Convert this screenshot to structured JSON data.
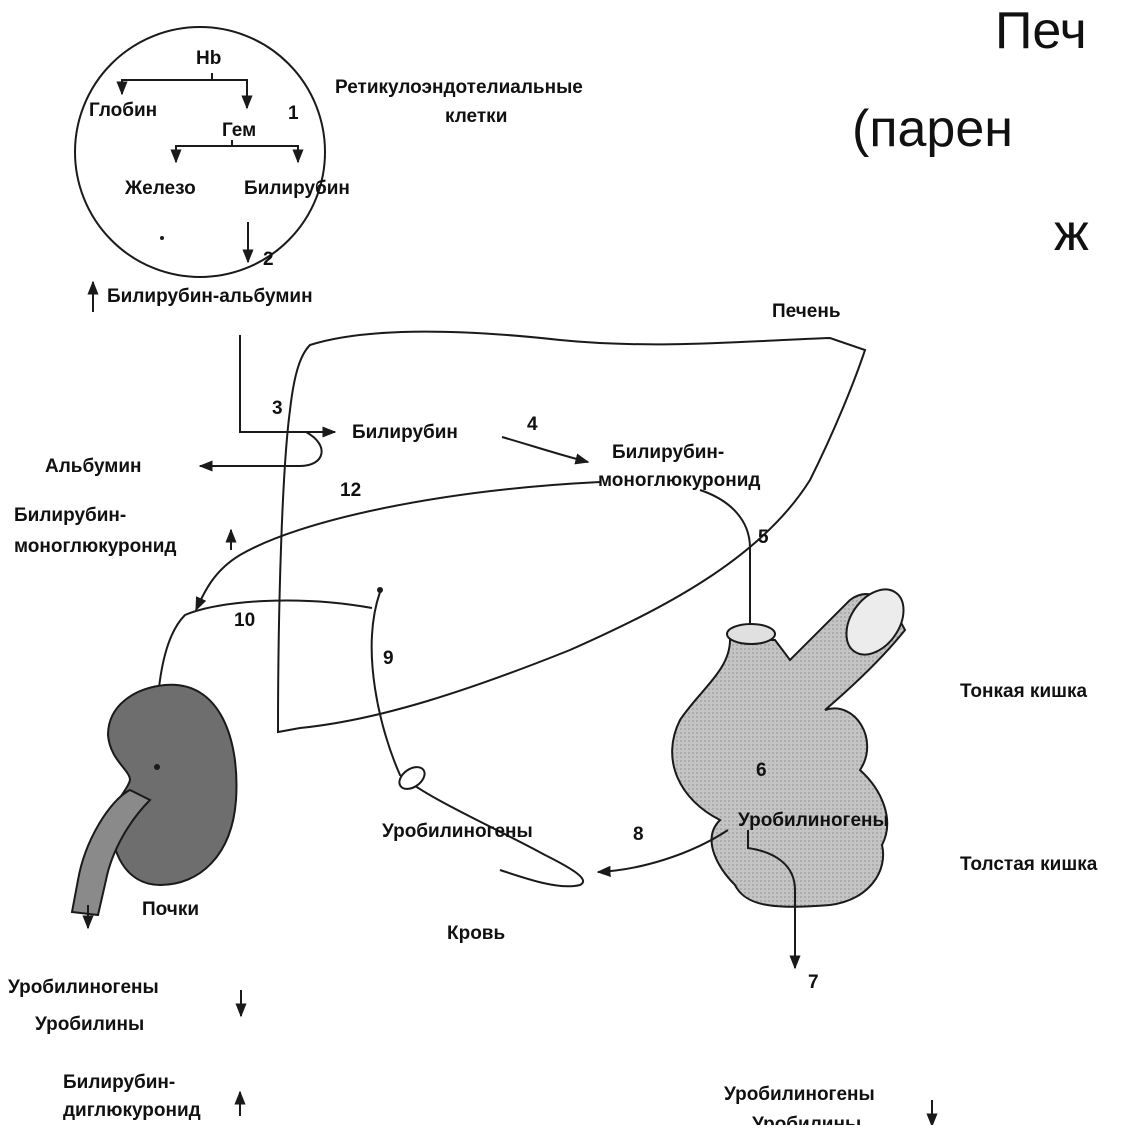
{
  "title": {
    "line1": "Печ",
    "line2": "(парен",
    "line3": "ж"
  },
  "labels": {
    "hb": "Hb",
    "globin": "Глобин",
    "heme": "Гем",
    "iron": "Железо",
    "bilirubin_top": "Билирубин",
    "re_cells_1": "Ретикулоэндотелиальные",
    "re_cells_2": "клетки",
    "bili_albumin": "Билирубин-альбумин",
    "liver": "Печень",
    "bilirubin_liver": "Билирубин",
    "albumin": "Альбумин",
    "mono_liver_1": "Билирубин-",
    "mono_liver_2": "моноглюкуронид",
    "mono_blood_1": "Билирубин-",
    "mono_blood_2": "моноглюкуронид",
    "small_intestine": "Тонкая кишка",
    "large_intestine": "Толстая кишка",
    "urobilinogens_gut": "Уробилиногены",
    "urobilinogens_blood": "Уробилиногены",
    "blood": "Кровь",
    "kidneys": "Почки",
    "urine_1": "Уробилиногены",
    "urine_2": "Уробилины",
    "urine_3": "Билирубин-",
    "urine_4": "диглюкуронид",
    "feces_1": "Уробилиногены",
    "feces_2": "Уробилины"
  },
  "steps": [
    "1",
    "2",
    "3",
    "4",
    "5",
    "6",
    "7",
    "8",
    "9",
    "10",
    "12"
  ],
  "colors": {
    "kidney": "#6e6e6e",
    "ureter": "#8a8a8a",
    "intestine": "#c2c2c2",
    "ink": "#1a1a1a"
  }
}
